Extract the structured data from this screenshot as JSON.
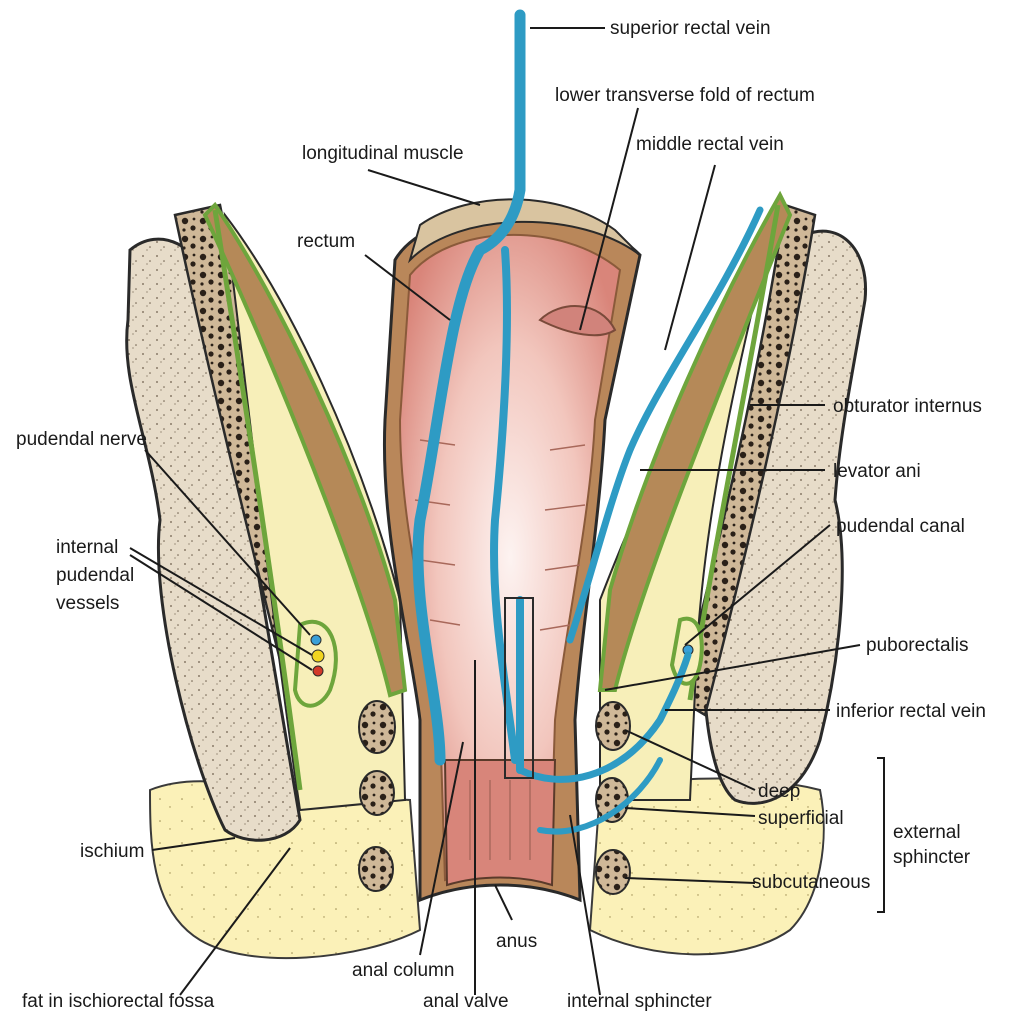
{
  "labels": {
    "superior_rectal_vein": "superior rectal vein",
    "lower_transverse_fold": "lower transverse fold of rectum",
    "longitudinal_muscle": "longitudinal muscle",
    "middle_rectal_vein": "middle rectal vein",
    "rectum": "rectum",
    "obturator_internus": "obturator internus",
    "pudendal_nerve": "pudendal nerve",
    "levator_ani": "levator ani",
    "internal_pudendal_1": "internal",
    "internal_pudendal_2": "pudendal",
    "internal_pudendal_3": "vessels",
    "pudendal_canal": "pudendal canal",
    "puborectalis": "puborectalis",
    "inferior_rectal_vein": "inferior rectal vein",
    "deep": "deep",
    "superficial": "superficial",
    "external_1": "external",
    "external_2": "sphincter",
    "ischium": "ischium",
    "subcutaneous": "subcutaneous",
    "anus": "anus",
    "anal_column": "anal column",
    "fat_ischiorectal": "fat in ischiorectal fossa",
    "anal_valve": "anal valve",
    "internal_sphincter": "internal sphincter"
  },
  "colors": {
    "vein": "#2e9bc4",
    "rectum_inner": "#e9a79b",
    "rectum_light": "#f8e4e0",
    "fat": "#f8eeb0",
    "bone": "#e6dac8",
    "muscle_brown": "#b98c5c",
    "fascia_green": "#7aa94a",
    "nerve_yellow": "#f1d51f",
    "artery_red": "#d33a2a",
    "nerve_blue": "#3aa0d8"
  }
}
